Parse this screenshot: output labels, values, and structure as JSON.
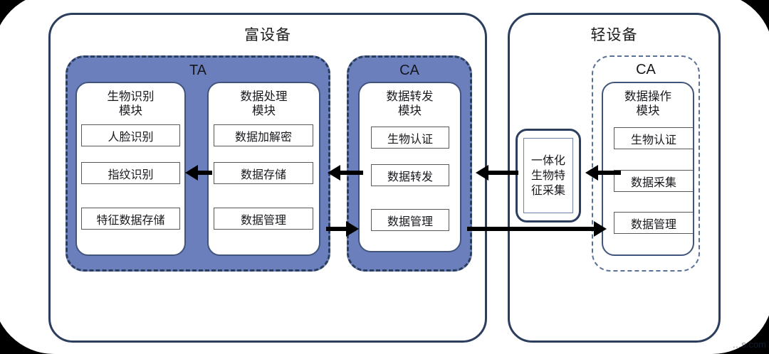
{
  "diagram": {
    "devices": [
      {
        "id": "rich-device",
        "title": "富设备",
        "zones": [
          {
            "id": "ta-zone",
            "title": "TA",
            "style": "secure",
            "modules": [
              {
                "id": "biometric-recognition-module",
                "title": "生物识别\n模块",
                "title_lines": [
                  "生物识别",
                  "模块"
                ],
                "items": [
                  "人脸识别",
                  "指纹识别",
                  "特征数据存储"
                ]
              },
              {
                "id": "data-processing-module",
                "title": "数据处理\n模块",
                "title_lines": [
                  "数据处理",
                  "模块"
                ],
                "items": [
                  "数据加解密",
                  "数据存储",
                  "数据管理"
                ]
              }
            ]
          },
          {
            "id": "ca-zone-rich",
            "title": "CA",
            "style": "secure",
            "modules": [
              {
                "id": "data-forwarding-module",
                "title": "数据转发\n模块",
                "title_lines": [
                  "数据转发",
                  "模块"
                ],
                "items": [
                  "生物认证",
                  "数据转发",
                  "数据管理"
                ]
              }
            ]
          }
        ]
      },
      {
        "id": "light-device",
        "title": "轻设备",
        "zones": [
          {
            "id": "ca-zone-light",
            "title": "CA",
            "style": "dashdot",
            "modules": [
              {
                "id": "data-operation-module",
                "title": "数据操作\n模块",
                "title_lines": [
                  "数据操作",
                  "模块"
                ],
                "items": [
                  "生物认证",
                  "数据采集",
                  "数据管理"
                ]
              }
            ]
          }
        ]
      }
    ],
    "collector": {
      "id": "integrated-biometric-collector",
      "label_lines": [
        "一体化",
        "生物特",
        "征采集"
      ],
      "label": "一体化生物特征采集"
    },
    "arrows": [
      {
        "id": "arrow-processing-to-recognition",
        "direction": "left"
      },
      {
        "id": "arrow-ca-to-processing",
        "direction": "left"
      },
      {
        "id": "arrow-processing-to-ca",
        "direction": "right"
      },
      {
        "id": "arrow-collector-to-ca-rich",
        "direction": "left"
      },
      {
        "id": "arrow-light-ca-to-collector",
        "direction": "left"
      },
      {
        "id": "arrow-ca-rich-to-light-ca",
        "direction": "right"
      }
    ]
  },
  "colors": {
    "secure_zone_fill": "#6b7fbd",
    "frame_stroke": "#2c3e5d",
    "module_stroke": "#41557c",
    "item_stroke": "#585858",
    "arrow": "#000000",
    "background": "#000000",
    "sheet": "#ffffff"
  },
  "watermark": {
    "text": "…s.com"
  }
}
